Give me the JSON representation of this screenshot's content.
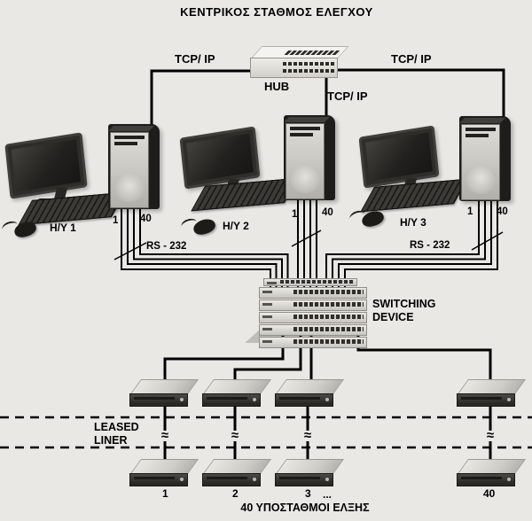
{
  "title": "ΚΕΝΤΡΙΚΟΣ ΣΤΑΘΜΟΣ ΕΛΕΓΧΟΥ",
  "colors": {
    "background": "#e9e8e5",
    "line": "#000000"
  },
  "network": {
    "hub_label": "HUB",
    "tcp_ip_left": "TCP/ IP",
    "tcp_ip_middle": "TCP/ IP",
    "tcp_ip_right": "TCP/ IP",
    "rs232_left": "RS - 232",
    "rs232_right": "RS - 232"
  },
  "workstations": [
    {
      "label": "H/Y 1",
      "port_first": "1",
      "port_last": "40"
    },
    {
      "label": "H/Y 2",
      "port_first": "1",
      "port_last": "40"
    },
    {
      "label": "H/Y 3",
      "port_first": "1",
      "port_last": "40"
    }
  ],
  "switching_device": {
    "label_line1": "SWITCHING",
    "label_line2": "DEVICE"
  },
  "leased_line": {
    "label_line1": "LEASED",
    "label_line2": "LINER",
    "break_symbol": "≈"
  },
  "substations": {
    "modem_labels": [
      "1",
      "2",
      "3",
      "40"
    ],
    "ellipsis": "...",
    "caption": "40 ΥΠΟΣΤΑΘΜΟΙ ΕΛΞΗΣ"
  }
}
